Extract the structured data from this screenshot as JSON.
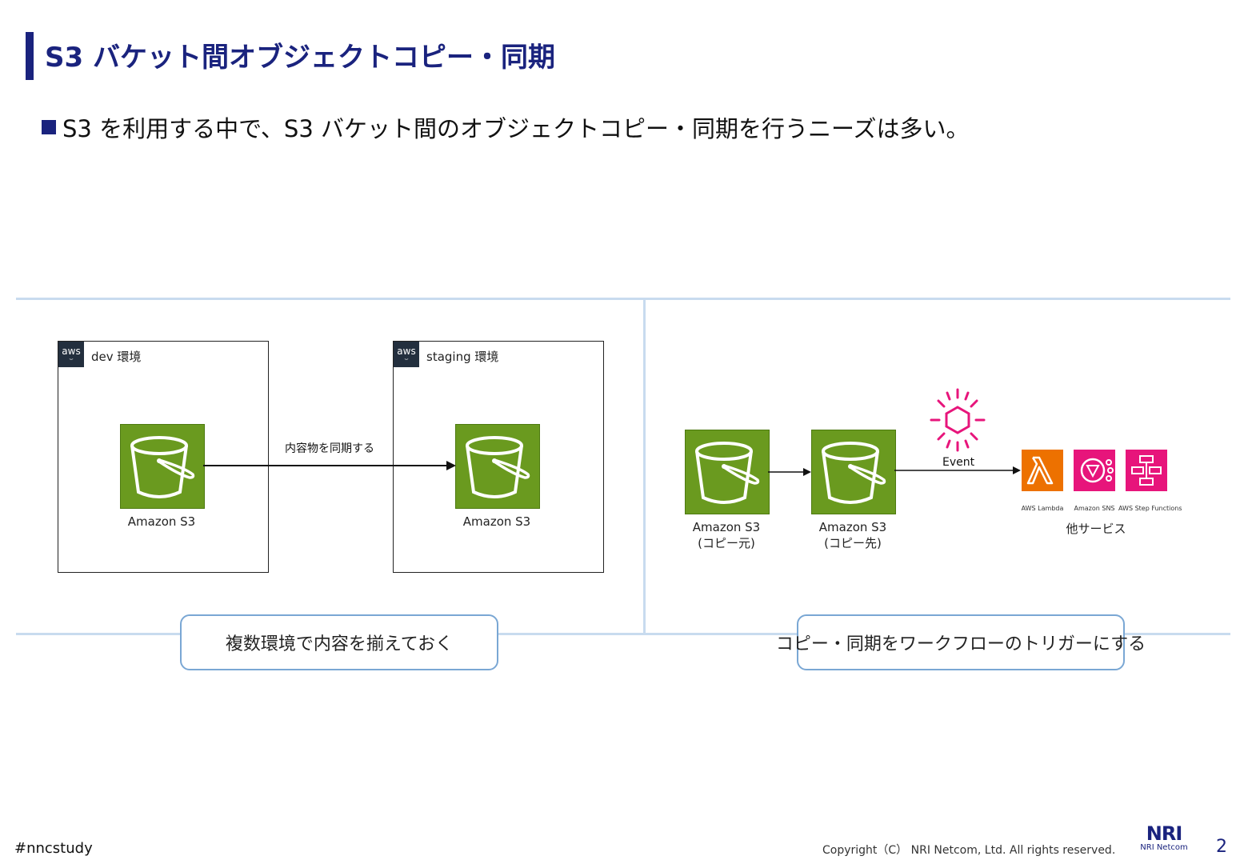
{
  "title": "S3 バケット間オブジェクトコピー・同期",
  "bullet": "S3 を利用する中で、S3 バケット間のオブジェクトコピー・同期を行うニーズは多い。",
  "left_diagram": {
    "env1_label": "dev 環境",
    "env2_label": "staging 環境",
    "aws_logo_text": "aws",
    "s3_label": "Amazon S3",
    "sync_label": "内容物を同期する",
    "callout": "複数環境で内容を揃えておく"
  },
  "right_diagram": {
    "source_label_1": "Amazon S3",
    "source_label_2": "(コピー元)",
    "dest_label_1": "Amazon S3",
    "dest_label_2": "(コピー先)",
    "event_label": "Event",
    "services": [
      "AWS Lambda",
      "Amazon SNS",
      "AWS Step Functions"
    ],
    "other_services_label": "他サービス",
    "callout": "コピー・同期をワークフローのトリガーにする"
  },
  "colors": {
    "brand_navy": "#1a237e",
    "s3_green": "#6a9a1f",
    "lambda_orange": "#ed7100",
    "app_pink": "#e7157b",
    "divider_blue": "#c8dbef"
  },
  "footer": {
    "hashtag": "#nncstudy",
    "copyright": "Copyright（C） NRI Netcom, Ltd. All rights reserved.",
    "logo_mark": "NRI",
    "logo_text": "NRI Netcom",
    "page_number": "2"
  }
}
